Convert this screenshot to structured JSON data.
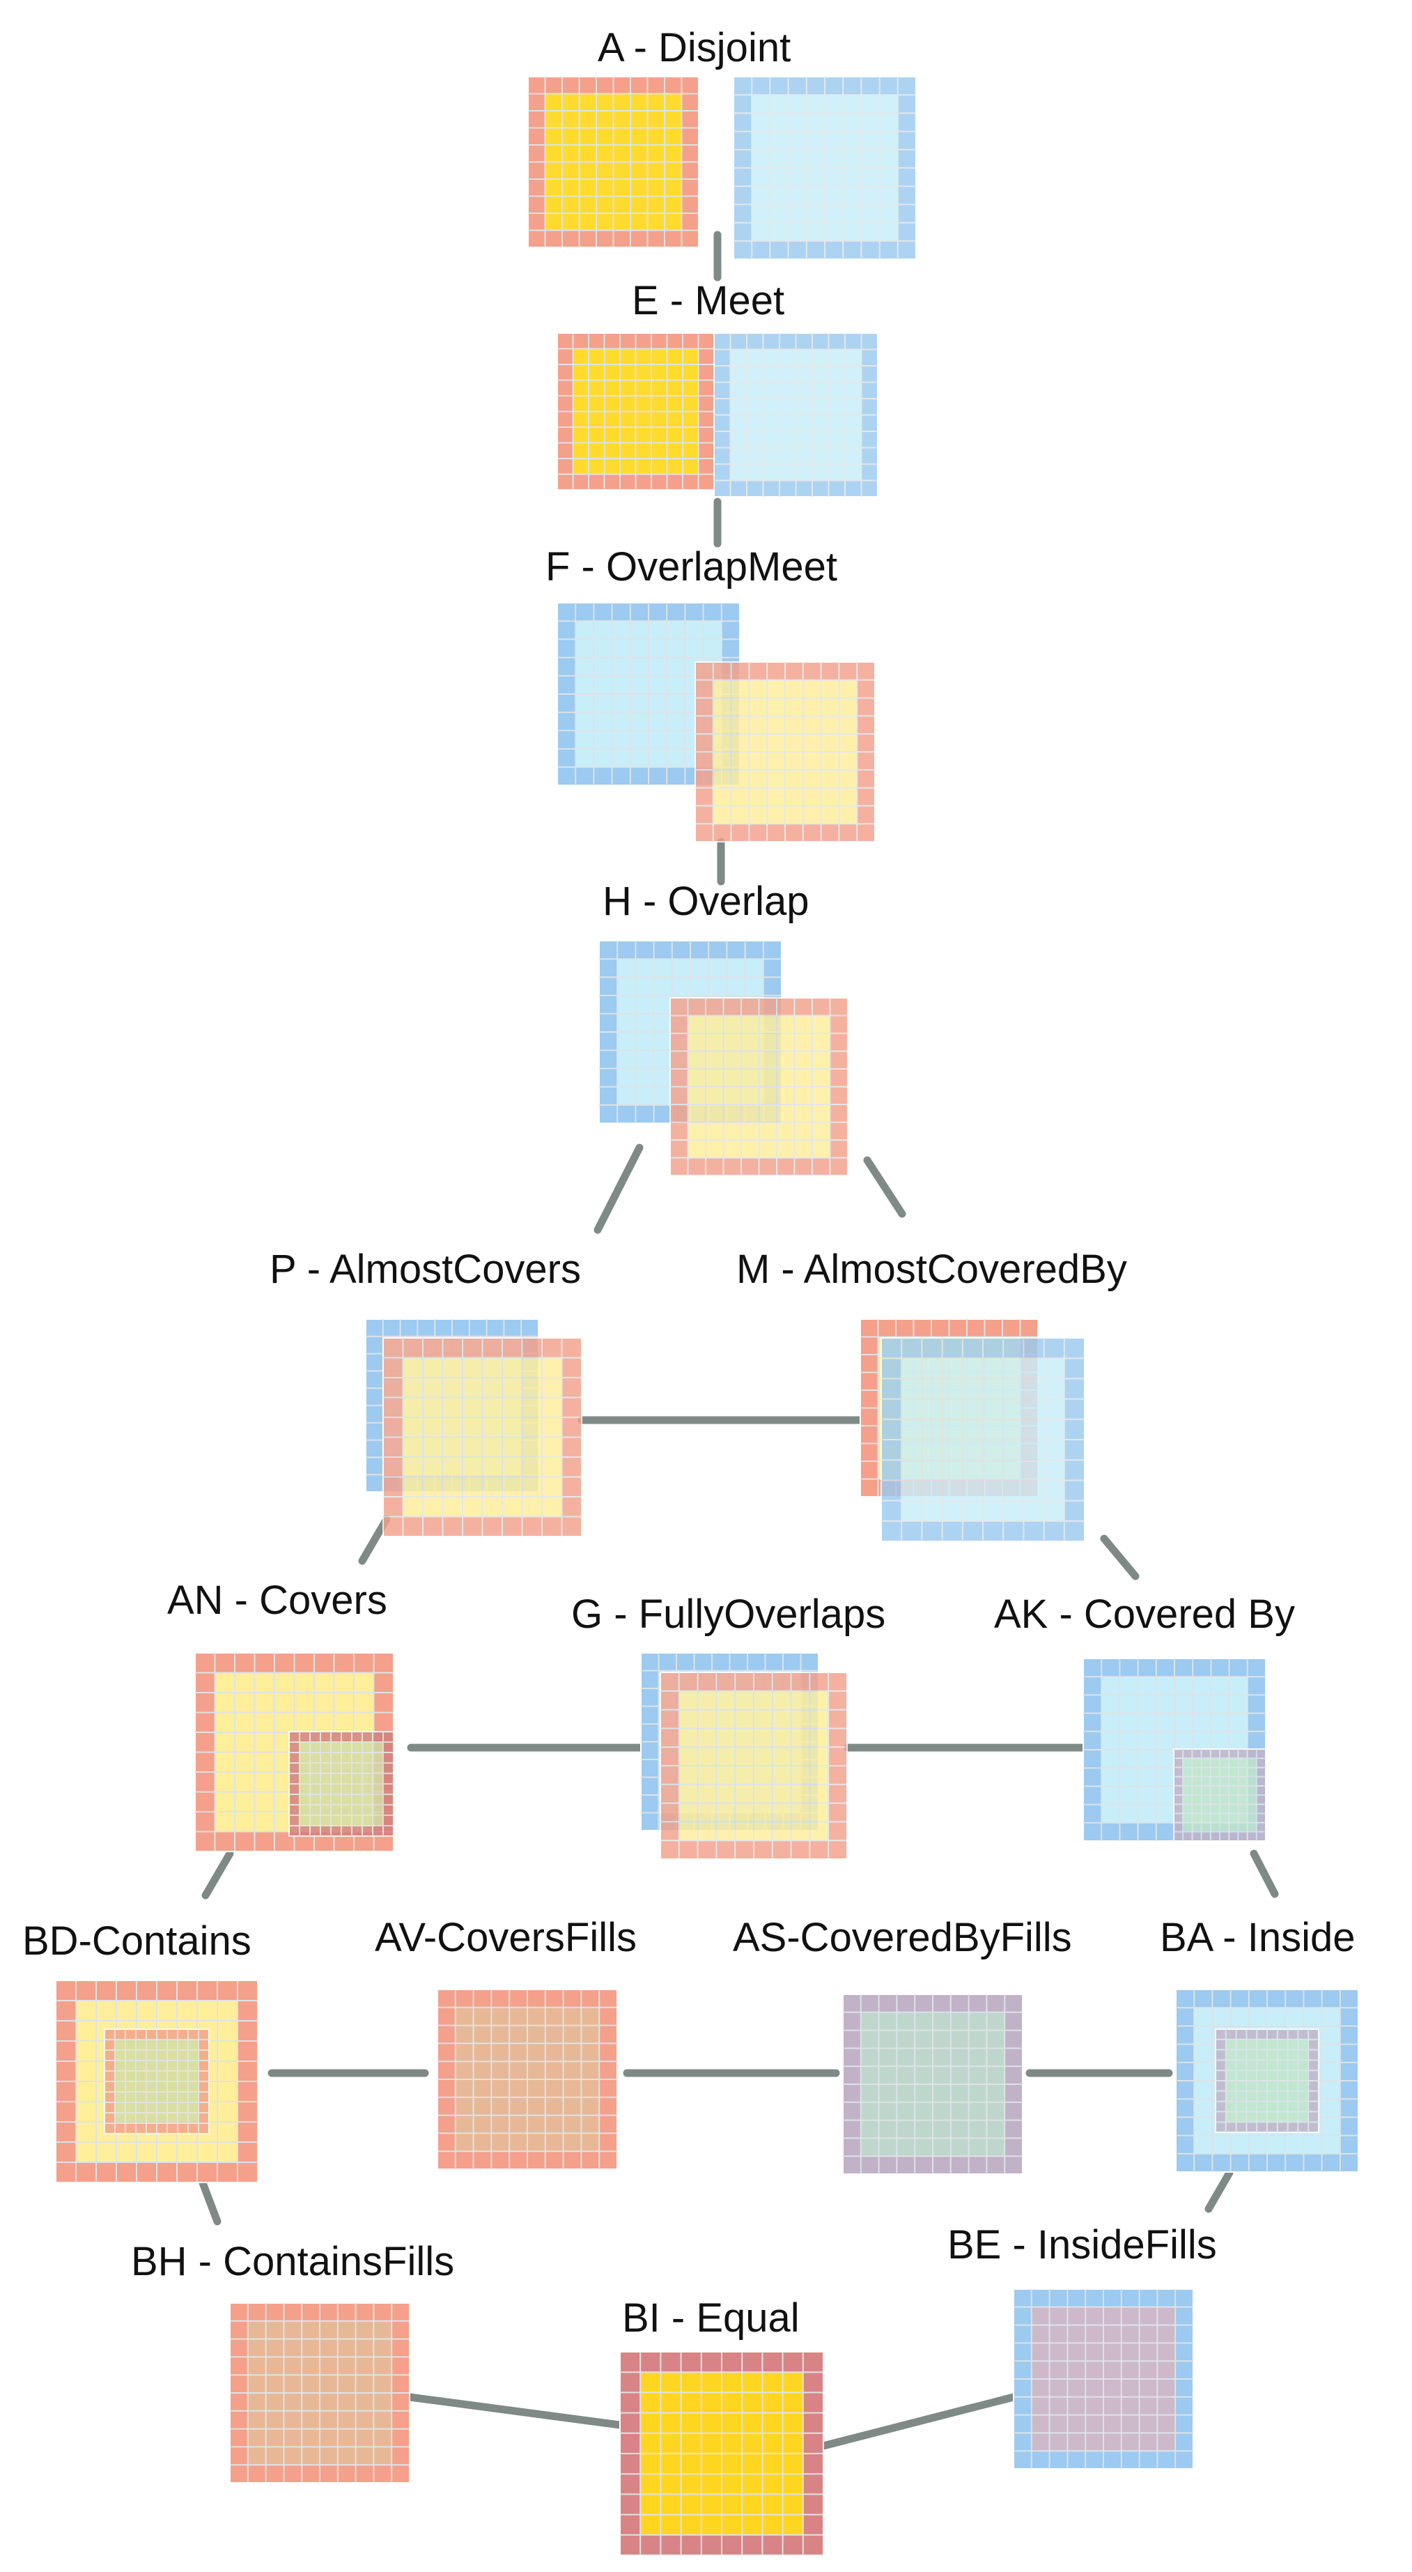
{
  "diagram": {
    "nodes": [
      {
        "id": "A",
        "label": "A - Disjoint"
      },
      {
        "id": "E",
        "label": "E - Meet"
      },
      {
        "id": "F",
        "label": "F - OverlapMeet"
      },
      {
        "id": "H",
        "label": "H - Overlap"
      },
      {
        "id": "P",
        "label": "P - AlmostCovers"
      },
      {
        "id": "M",
        "label": "M - AlmostCoveredBy"
      },
      {
        "id": "AN",
        "label": "AN - Covers"
      },
      {
        "id": "G",
        "label": "G - FullyOverlaps"
      },
      {
        "id": "AK",
        "label": "AK - Covered By"
      },
      {
        "id": "BD",
        "label": "BD-Contains"
      },
      {
        "id": "AV",
        "label": "AV-CoversFills"
      },
      {
        "id": "AS",
        "label": "AS-CoveredByFills"
      },
      {
        "id": "BA",
        "label": "BA - Inside"
      },
      {
        "id": "BH",
        "label": "BH - ContainsFills"
      },
      {
        "id": "BE",
        "label": "BE - InsideFills"
      },
      {
        "id": "BI",
        "label": "BI - Equal"
      }
    ],
    "edges": [
      [
        "A",
        "E"
      ],
      [
        "E",
        "F"
      ],
      [
        "F",
        "H"
      ],
      [
        "H",
        "P"
      ],
      [
        "H",
        "M"
      ],
      [
        "P",
        "M"
      ],
      [
        "P",
        "AN"
      ],
      [
        "M",
        "AK"
      ],
      [
        "AN",
        "G"
      ],
      [
        "G",
        "AK"
      ],
      [
        "AN",
        "BD"
      ],
      [
        "AK",
        "BA"
      ],
      [
        "BD",
        "AV"
      ],
      [
        "AV",
        "AS"
      ],
      [
        "AS",
        "BA"
      ],
      [
        "BD",
        "BH"
      ],
      [
        "BA",
        "BE"
      ],
      [
        "BH",
        "BI"
      ],
      [
        "BE",
        "BI"
      ]
    ],
    "colors": {
      "edge": "#7f8a86",
      "red_border": "#f4a08a",
      "red_interior": "#ffdb2e",
      "blue_border": "#9ccaf0",
      "blue_interior": "#c8eefa",
      "grid_line": "#dde3e6"
    }
  }
}
